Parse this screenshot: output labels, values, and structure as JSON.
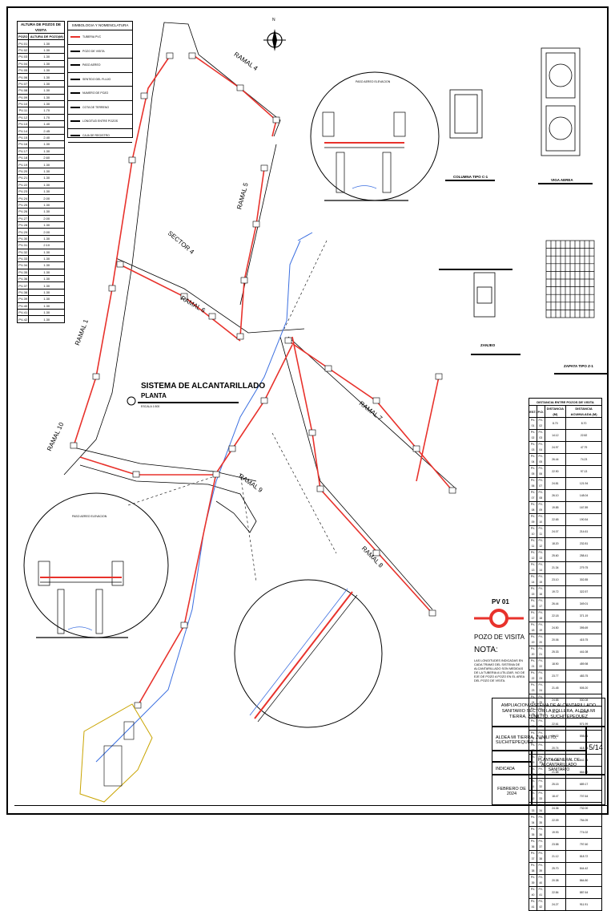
{
  "wells_height_table": {
    "title": "ALTURA DE POZOS DE VISITA",
    "headers": [
      "POZO",
      "ALTURA DE POZO(M)"
    ],
    "rows": [
      [
        "PV-01",
        "1.30"
      ],
      [
        "PV-02",
        "1.30"
      ],
      [
        "PV-03",
        "1.30"
      ],
      [
        "PV-04",
        "1.30"
      ],
      [
        "PV-05",
        "1.30"
      ],
      [
        "PV-06",
        "1.30"
      ],
      [
        "PV-07",
        "1.30"
      ],
      [
        "PV-08",
        "1.30"
      ],
      [
        "PV-09",
        "1.30"
      ],
      [
        "PV-10",
        "1.30"
      ],
      [
        "PV-11",
        "1.70"
      ],
      [
        "PV-12",
        "1.70"
      ],
      [
        "PV-13",
        "1.40"
      ],
      [
        "PV-14",
        "2.45"
      ],
      [
        "PV-15",
        "2.40"
      ],
      [
        "PV-16",
        "1.30"
      ],
      [
        "PV-17",
        "1.30"
      ],
      [
        "PV-18",
        "2.60"
      ],
      [
        "PV-19",
        "1.30"
      ],
      [
        "PV-20",
        "1.30"
      ],
      [
        "PV-21",
        "1.30"
      ],
      [
        "PV-22",
        "1.30"
      ],
      [
        "PV-23",
        "1.30"
      ],
      [
        "PV-24",
        "2.00"
      ],
      [
        "PV-25",
        "1.30"
      ],
      [
        "PV-26",
        "1.30"
      ],
      [
        "PV-27",
        "2.00"
      ],
      [
        "PV-28",
        "1.30"
      ],
      [
        "PV-29",
        "2.00"
      ],
      [
        "PV-30",
        "1.30"
      ],
      [
        "PV-31",
        "2.10"
      ],
      [
        "PV-32",
        "1.30"
      ],
      [
        "PV-33",
        "1.30"
      ],
      [
        "PV-34",
        "1.30"
      ],
      [
        "PV-35",
        "1.30"
      ],
      [
        "PV-36",
        "1.30"
      ],
      [
        "PV-37",
        "1.30"
      ],
      [
        "PV-38",
        "1.30"
      ],
      [
        "PV-39",
        "1.30"
      ],
      [
        "PV-40",
        "1.30"
      ],
      [
        "PV-41",
        "1.30"
      ],
      [
        "PV-42",
        "1.30"
      ]
    ]
  },
  "legend": {
    "title": "SIMBOLOGIA Y NOMENCLATURA",
    "items": [
      "TUBERIA PVC",
      "POZO DE VISITA",
      "PASO AEREO",
      "SENTIDO DEL FLUJO",
      "NUMERO DE POZO",
      "COTA DE TERRENO",
      "LONGITUD ENTRE POZOS",
      "CAJA DE REGISTRO"
    ]
  },
  "plan": {
    "title": "SISTEMA DE ALCANTARILLADO",
    "subtitle": "PLANTA",
    "scale": "ESCALA 1:500",
    "north_label": "N",
    "ramales": [
      "RAMAL 1",
      "RAMAL 4",
      "RAMAL 5",
      "RAMAL 6",
      "RAMAL 7",
      "RAMAL 8",
      "RAMAL 9",
      "RAMAL 10"
    ],
    "sector": "SECTOR 4"
  },
  "details": {
    "aereal_top": "PASO AEREO ELEVACION",
    "aereal_left": "PASO AEREO ELEVACION",
    "column": "COLUMNA TIPO C-1",
    "beam": "VIGA AEREA",
    "trench": "ZANJEO",
    "footing": "ZAPATA TIPO Z-1"
  },
  "distance_table": {
    "title": "DISTANCIA ENTRE POZOS DE VISITA",
    "headers": [
      "EST.",
      "P.O.",
      "DISTANCIA (M)",
      "DISTANCIA ACUMULADA (M)"
    ],
    "rows": [
      [
        "PV-01",
        "PV-02",
        "8.70",
        "8.70"
      ],
      [
        "PV-02",
        "PV-03",
        "14.12",
        "22.82"
      ],
      [
        "PV-03",
        "PV-04",
        "24.97",
        "47.79"
      ],
      [
        "PV-04",
        "PV-05",
        "26.44",
        "74.23"
      ],
      [
        "PV-05",
        "PV-06",
        "22.90",
        "97.13"
      ],
      [
        "PV-06",
        "PV-07",
        "24.81",
        "121.94"
      ],
      [
        "PV-07",
        "PV-08",
        "26.10",
        "148.04"
      ],
      [
        "PV-08",
        "PV-09",
        "19.85",
        "167.89"
      ],
      [
        "PV-09",
        "PV-10",
        "22.65",
        "190.54"
      ],
      [
        "PV-10",
        "PV-11",
        "24.07",
        "214.61"
      ],
      [
        "PV-11",
        "PV-12",
        "18.20",
        "232.81"
      ],
      [
        "PV-12",
        "PV-13",
        "25.60",
        "258.41"
      ],
      [
        "PV-13",
        "PV-14",
        "21.34",
        "279.75"
      ],
      [
        "PV-14",
        "PV-15",
        "23.10",
        "302.85"
      ],
      [
        "PV-15",
        "PV-16",
        "19.72",
        "322.57"
      ],
      [
        "PV-16",
        "PV-17",
        "26.44",
        "349.01"
      ],
      [
        "PV-17",
        "PV-18",
        "22.18",
        "371.19"
      ],
      [
        "PV-18",
        "PV-19",
        "24.50",
        "395.69"
      ],
      [
        "PV-19",
        "PV-20",
        "20.06",
        "415.75"
      ],
      [
        "PV-20",
        "PV-21",
        "25.33",
        "441.08"
      ],
      [
        "PV-21",
        "PV-22",
        "18.90",
        "459.98"
      ],
      [
        "PV-22",
        "PV-23",
        "23.77",
        "483.75"
      ],
      [
        "PV-23",
        "PV-24",
        "21.45",
        "505.20"
      ],
      [
        "PV-24",
        "PV-25",
        "24.88",
        "530.08"
      ],
      [
        "PV-25",
        "PV-26",
        "19.30",
        "549.38"
      ],
      [
        "PV-26",
        "PV-27",
        "22.61",
        "571.99"
      ],
      [
        "PV-27",
        "PV-28",
        "26.02",
        "598.01"
      ],
      [
        "PV-28",
        "PV-29",
        "20.74",
        "618.75"
      ],
      [
        "PV-29",
        "PV-30",
        "23.39",
        "642.14"
      ],
      [
        "PV-30",
        "PV-31",
        "21.88",
        "664.02"
      ],
      [
        "PV-31",
        "PV-32",
        "25.15",
        "689.17"
      ],
      [
        "PV-32",
        "PV-33",
        "18.47",
        "707.64"
      ],
      [
        "PV-33",
        "PV-34",
        "24.36",
        "732.00"
      ],
      [
        "PV-34",
        "PV-35",
        "22.09",
        "754.09"
      ],
      [
        "PV-35",
        "PV-36",
        "19.93",
        "774.02"
      ],
      [
        "PV-36",
        "PV-37",
        "23.58",
        "797.60"
      ],
      [
        "PV-37",
        "PV-38",
        "21.12",
        "818.72"
      ],
      [
        "PV-38",
        "PV-39",
        "25.70",
        "844.42"
      ],
      [
        "PV-39",
        "PV-40",
        "20.38",
        "864.80"
      ],
      [
        "PV-40",
        "PV-41",
        "22.84",
        "887.64"
      ],
      [
        "PV-41",
        "PV-42",
        "24.27",
        "911.91"
      ]
    ]
  },
  "pozo": {
    "id": "PV 01",
    "label": "POZO DE VISITA",
    "note_title": "NOTA:",
    "note": "LAS LONGITUDES INDICADAS EN CADA TRAMO DEL SISTEMA DE ALCANTARILLADO SON MEDIDAS DE LA TUBERIA A UTILIZAR, NO DE EJE DE POZO A POZO EN EL AREA DEL POZO DE VISITA."
  },
  "title_block": {
    "project": "AMPLIACION SISTEMA DE ALCANTARILLADO SANITARIO SECTOR LA POLLERA, ALDEA MI TIERRA, ZUNILITO, SUCHITEPEQUEZ",
    "location": "ALDEA MI TIERRA, ZUNILITO, SUCHITEPEQUEZ",
    "drawing": "PLANTA GENERAL DE ALCANTARILLADO SANITARIO",
    "scale": "INDICADA",
    "date": "FEBRERO DE 2024",
    "sheet": "5/14"
  },
  "colors": {
    "pipe": "#e8322c",
    "river": "#3b6fe0",
    "line": "#000000",
    "ring": "#e8322c"
  }
}
